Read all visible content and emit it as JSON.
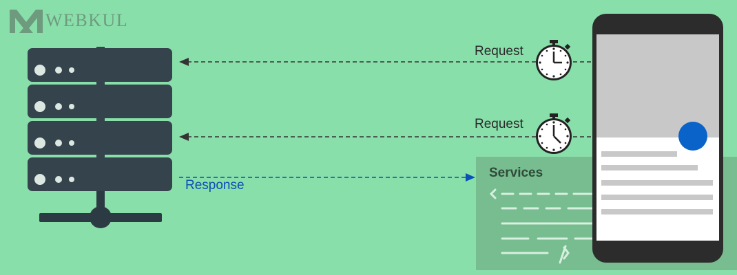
{
  "brand": {
    "name": "WEBKUL",
    "logo_icon": "webkul-logo-icon"
  },
  "labels": {
    "request_top": "Request",
    "request_bottom": "Request",
    "response": "Response",
    "services": "Services"
  },
  "colors": {
    "background": "#89dfaa",
    "server": "#34434c",
    "phone": "#2c2c2c",
    "phone_screen_top": "#c8c8c8",
    "accent_dot": "#0a63c9",
    "response_arrow": "#0a4fb5",
    "request_arrow": "#333333",
    "services_panel": "#77bd8f"
  },
  "icons": [
    "server-icon",
    "stopwatch-icon",
    "smartphone-icon",
    "code-icon"
  ]
}
